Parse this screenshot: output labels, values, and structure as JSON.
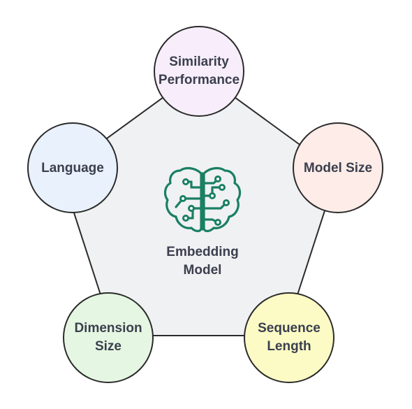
{
  "center": {
    "icon": "brain-circuit-icon",
    "label_line1": "Embedding",
    "label_line2": "Model",
    "icon_color": "#1a7f64",
    "fill_color": "#f0f1f2"
  },
  "nodes": [
    {
      "id": "similarity",
      "line1": "Similarity",
      "line2": "Performance",
      "fill": "#f8eefb"
    },
    {
      "id": "model-size",
      "line1": "Model Size",
      "line2": "",
      "fill": "#fdece8"
    },
    {
      "id": "sequence-length",
      "line1": "Sequence",
      "line2": "Length",
      "fill": "#fcfbc5"
    },
    {
      "id": "dimension-size",
      "line1": "Dimension",
      "line2": "Size",
      "fill": "#e5f7e2"
    },
    {
      "id": "language",
      "line1": "Language",
      "line2": "",
      "fill": "#e9f1fc"
    }
  ]
}
